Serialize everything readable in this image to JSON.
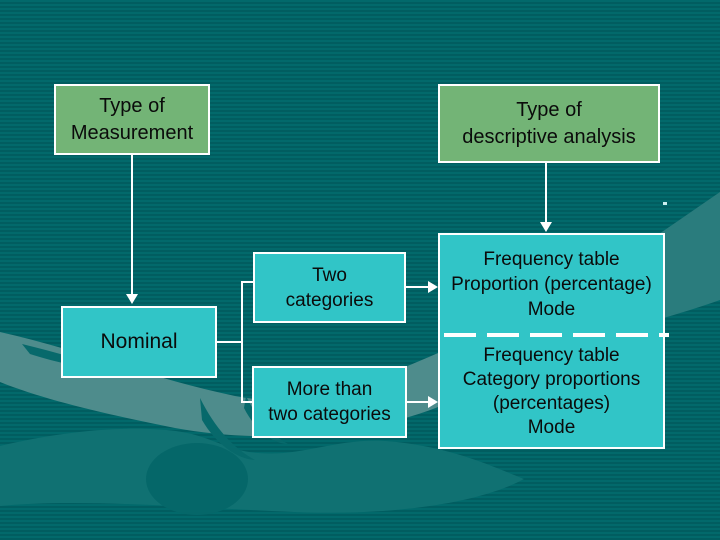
{
  "theme": {
    "bgBase": "#02696b",
    "bgStripe": "#015d60",
    "boxGreen": "#73b476",
    "boxTeal": "#31c5c7",
    "border": "#ffffff",
    "text": "#0b0b0b",
    "swoosh": "#4e8c8c",
    "swooshTail": "#2a7c7d",
    "waveLight": "#107172",
    "waveDark": "#056769",
    "notch": "#07696b"
  },
  "slide": {
    "boxes": {
      "measurement": "Type of\nMeasurement",
      "analysis": "Type of\ndescriptive analysis",
      "nominal": "Nominal",
      "two_categories": "Two\ncategories",
      "more_than_two": "More than\ntwo categories",
      "result_two": "Frequency table\nProportion (percentage)\nMode",
      "result_multi": "Frequency table\nCategory proportions\n(percentages)\nMode"
    }
  }
}
